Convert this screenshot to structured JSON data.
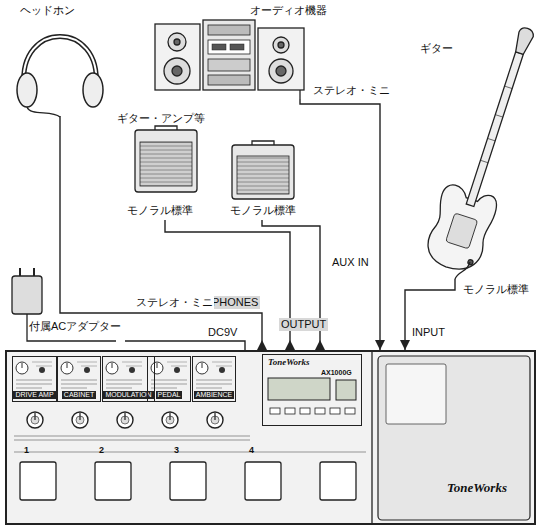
{
  "diagram": {
    "nodes": [
      {
        "text": [
          "ヘッドホン"
        ]
      },
      {
        "text": [
          "オーディオ機器"
        ]
      },
      {
        "text": [
          "ギター・アンプ等",
          "モノラル標準"
        ]
      },
      {
        "text": [
          "モノラル標準"
        ]
      },
      {
        "text": [
          "ギター"
        ]
      },
      {
        "text": [
          "付属ACアダプター"
        ]
      },
      {
        "text": [
          "ToneWorks"
        ]
      },
      {
        "text": [
          "ToneWorks",
          "AX1000G"
        ],
        "in": 6
      },
      {
        "text": [
          "DRIVE AMP"
        ],
        "in": 6
      },
      {
        "text": [
          "CABINET"
        ],
        "in": 6
      },
      {
        "text": [
          "MODULATION"
        ],
        "in": 6
      },
      {
        "text": [
          "PEDAL"
        ],
        "in": 6
      },
      {
        "text": [
          "AMBIENCE"
        ],
        "in": 6
      }
    ],
    "edges": [
      {
        "from": 0,
        "to": 6,
        "arrow": "to",
        "label": "ステレオ・ミニ"
      },
      {
        "from": 1,
        "to": 6,
        "arrow": "to",
        "label": "ステレオ・ミニ"
      },
      {
        "from": 2,
        "to": 6,
        "arrow": "to"
      },
      {
        "from": 3,
        "to": 6,
        "arrow": "to"
      },
      {
        "from": 4,
        "to": 6,
        "arrow": "to",
        "label": "モノラル標準"
      },
      {
        "from": 5,
        "to": 6,
        "arrow": "none"
      }
    ],
    "labels": [
      "PHONES",
      "OUTPUT",
      "AUX IN",
      "INPUT",
      "DC9V",
      "1",
      "2",
      "3",
      "4"
    ]
  }
}
